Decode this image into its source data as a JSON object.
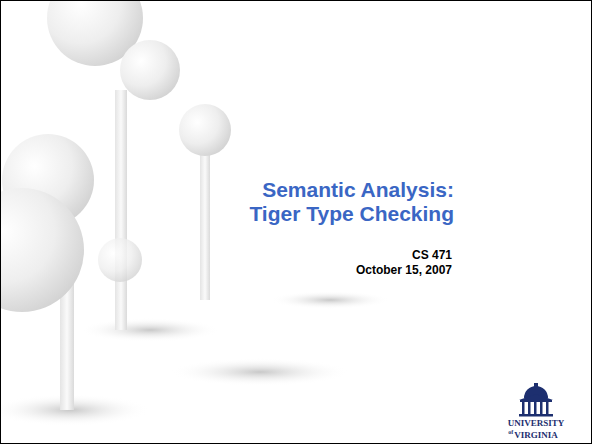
{
  "diagram": {
    "title": "Semantic Analysis: Tiger Type Checking",
    "labels": [
      "CS 471",
      "October 15, 2007",
      "UNIVERSITY",
      "of",
      "VIRGINIA"
    ]
  }
}
